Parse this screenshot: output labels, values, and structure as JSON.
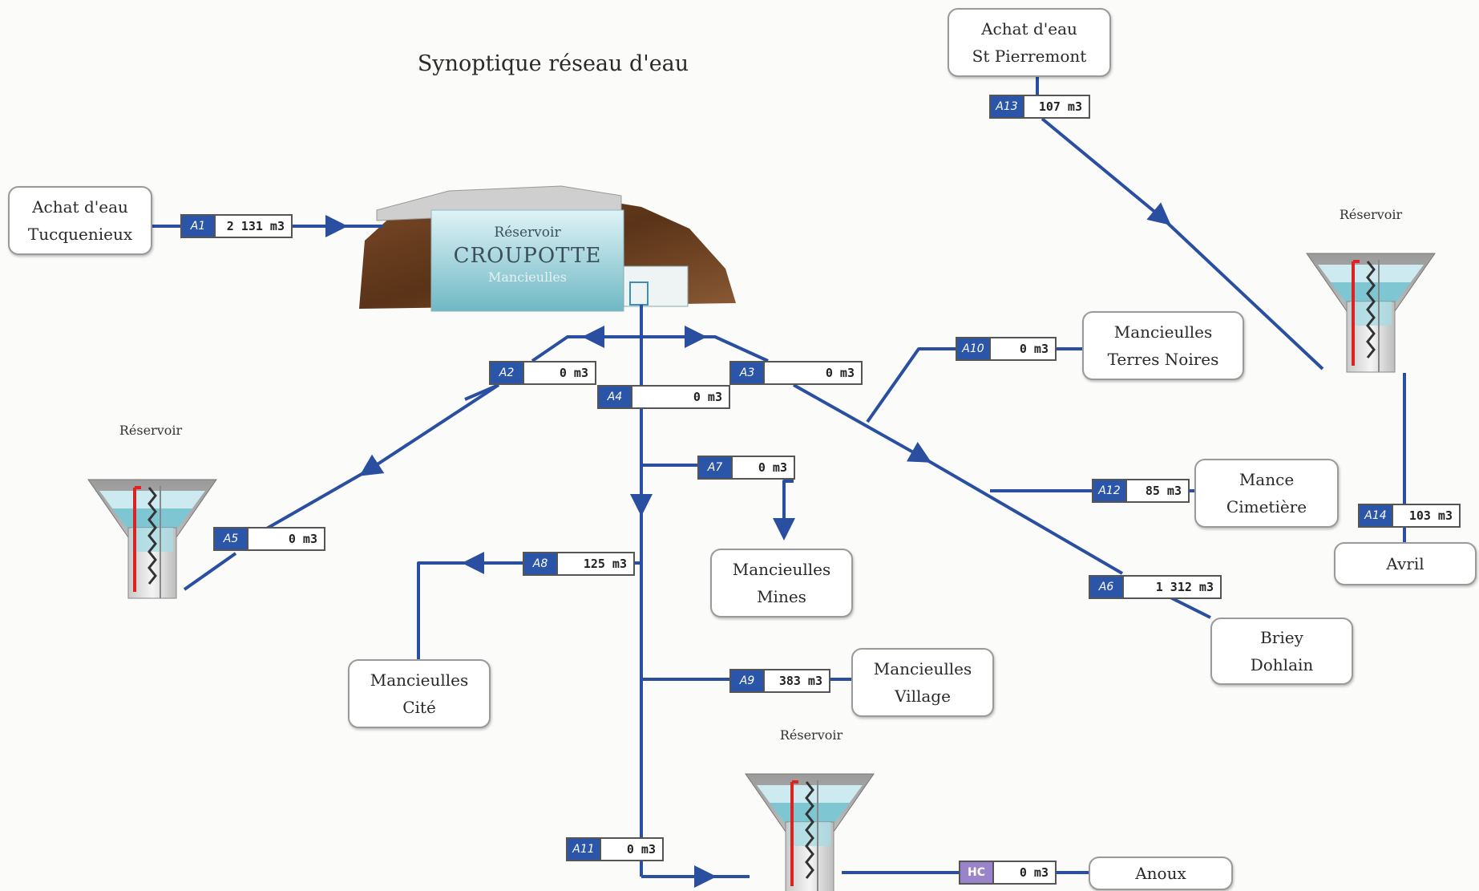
{
  "title": "Synoptique réseau d'eau",
  "colors": {
    "pipe": "#2a4fa0",
    "tag": "#2a55a8",
    "tag_hc": "#9a84c9"
  },
  "main_reservoir": {
    "line1": "Réservoir",
    "line2": "CROUPOTTE",
    "line3": "Mancieulles"
  },
  "reservoir_label": "Réservoir",
  "boxes": {
    "tucquenieux": {
      "line1": "Achat d'eau",
      "line2": "Tucquenieux"
    },
    "st_pierremont": {
      "line1": "Achat d'eau",
      "line2": "St Pierremont"
    },
    "terres_noires": {
      "line1": "Mancieulles",
      "line2": "Terres Noires"
    },
    "mance_cimetiere": {
      "line1": "Mance",
      "line2": "Cimetière"
    },
    "mines": {
      "line1": "Mancieulles",
      "line2": "Mines"
    },
    "cite": {
      "line1": "Mancieulles",
      "line2": "Cité"
    },
    "village": {
      "line1": "Mancieulles",
      "line2": "Village"
    },
    "briey": {
      "line1": "Briey",
      "line2": "Dohlain"
    },
    "avril": {
      "line1": "Avril"
    },
    "anoux": {
      "line1": "Anoux"
    }
  },
  "meters": {
    "a1": {
      "id": "A1",
      "value": "2 131 m3"
    },
    "a2": {
      "id": "A2",
      "value": "0 m3"
    },
    "a3": {
      "id": "A3",
      "value": "0 m3"
    },
    "a4": {
      "id": "A4",
      "value": "0 m3"
    },
    "a5": {
      "id": "A5",
      "value": "0 m3"
    },
    "a6": {
      "id": "A6",
      "value": "1 312 m3"
    },
    "a7": {
      "id": "A7",
      "value": "0 m3"
    },
    "a8": {
      "id": "A8",
      "value": "125 m3"
    },
    "a9": {
      "id": "A9",
      "value": "383 m3"
    },
    "a10": {
      "id": "A10",
      "value": "0 m3"
    },
    "a11": {
      "id": "A11",
      "value": "0 m3"
    },
    "a12": {
      "id": "A12",
      "value": "85 m3"
    },
    "a13": {
      "id": "A13",
      "value": "107 m3"
    },
    "a14": {
      "id": "A14",
      "value": "103 m3"
    },
    "hc": {
      "id": "HC",
      "value": "0 m3"
    }
  }
}
